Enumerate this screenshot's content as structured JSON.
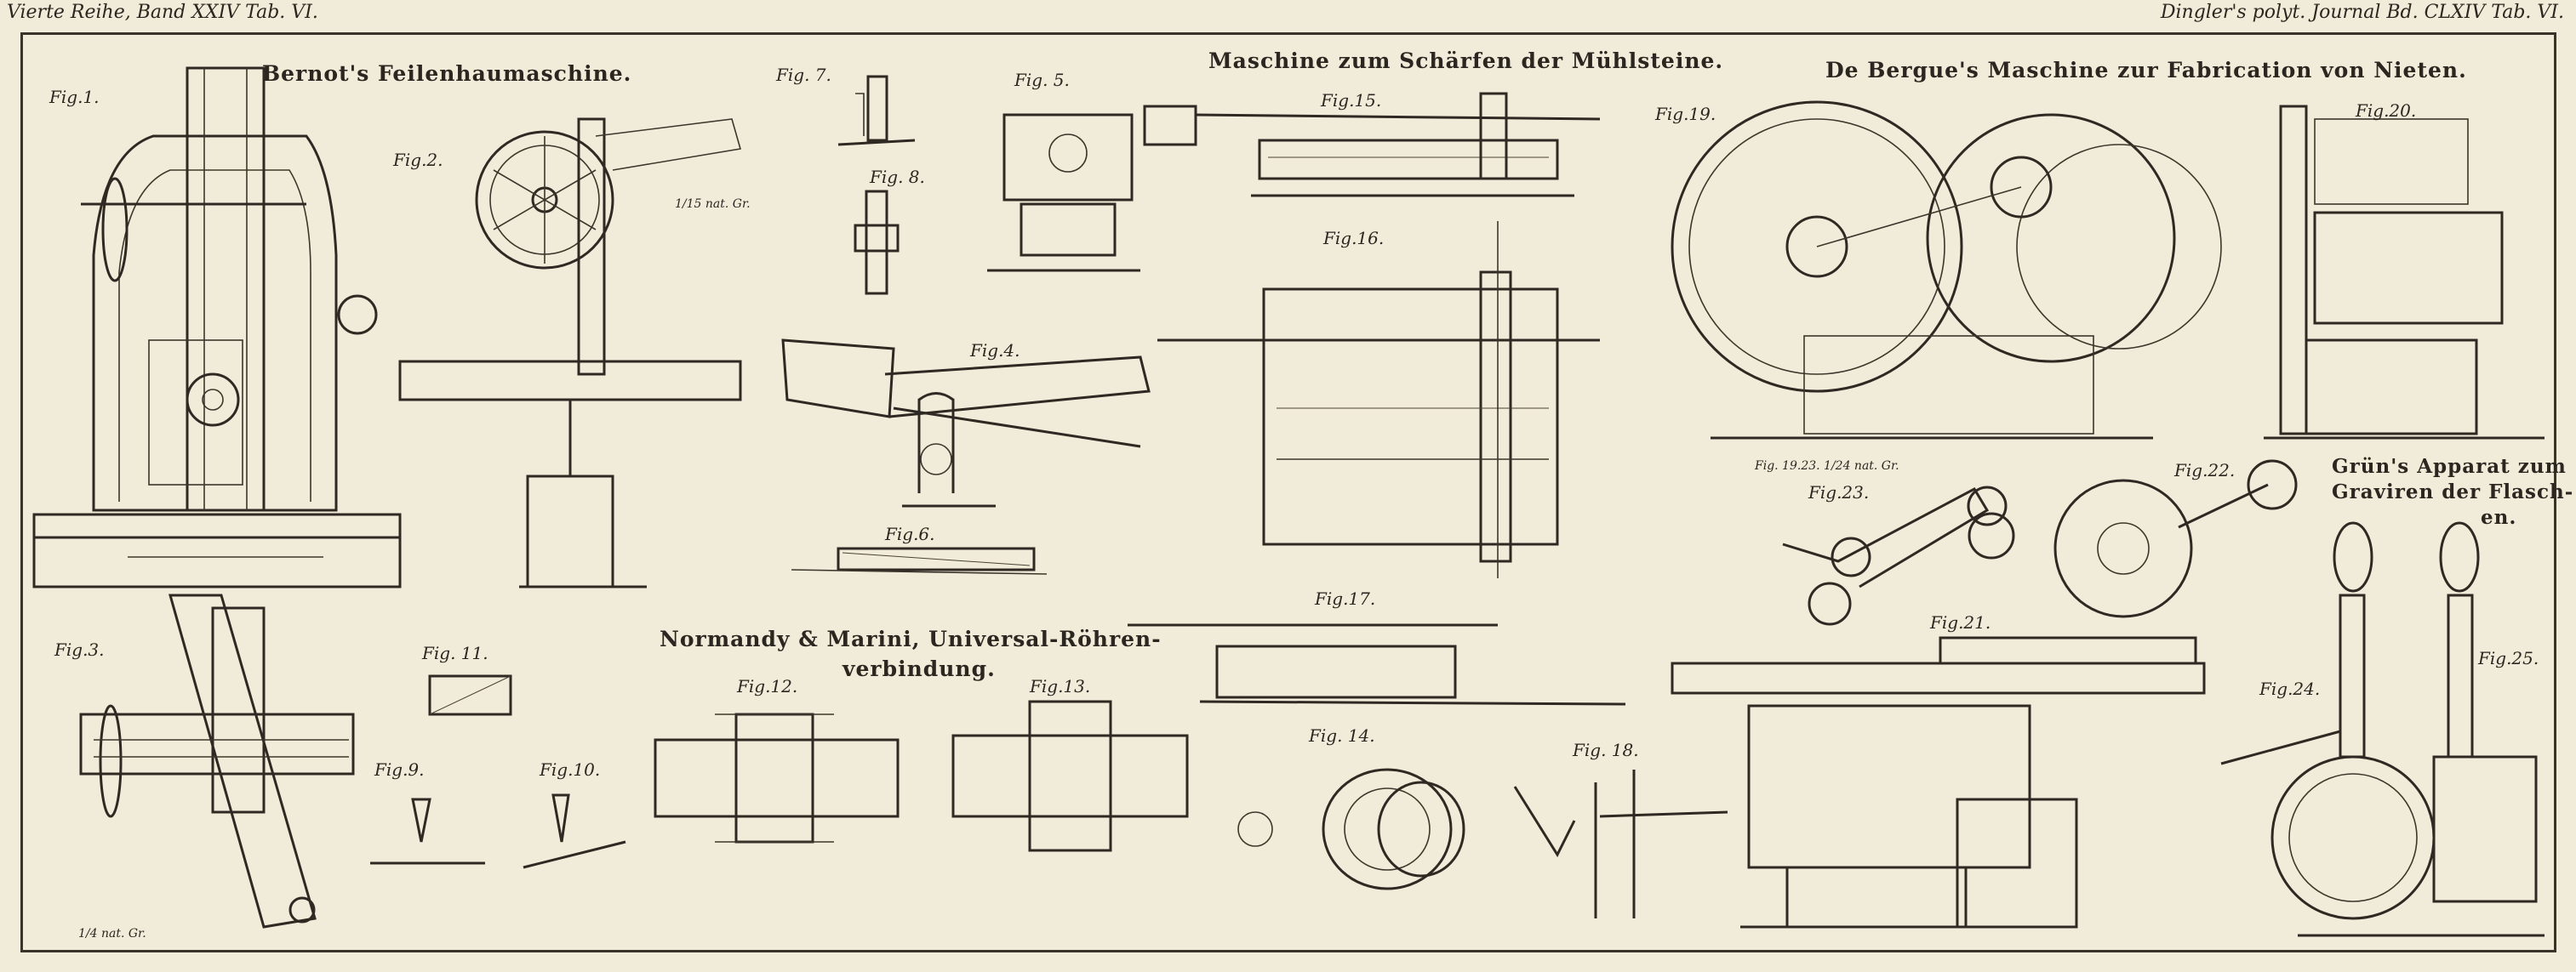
{
  "header": {
    "left": "Vierte Reihe, Band XXIV Tab. VI.",
    "right": "Dingler's polyt. Journal Bd. CLXIV Tab. VI."
  },
  "titles": {
    "feilenhau": "Bernot's Feilenhaumaschine.",
    "muehlsteine": "Maschine zum Schärfen der Mühlsteine.",
    "nieten": "De Bergue's Maschine zur Fabrication von Nieten.",
    "roehren_1": "Normandy & Marini, Universal-Röhren-",
    "roehren_2": "verbindung.",
    "gruen_1": "Grün's Apparat zum",
    "gruen_2": "Graviren der Flasch-",
    "gruen_3": "en."
  },
  "figures": {
    "fig1": "Fig.1.",
    "fig2": "Fig.2.",
    "fig3": "Fig.3.",
    "fig4": "Fig.4.",
    "fig5": "Fig. 5.",
    "fig6": "Fig.6.",
    "fig7": "Fig. 7.",
    "fig8": "Fig. 8.",
    "fig9": "Fig.9.",
    "fig10": "Fig.10.",
    "fig11": "Fig. 11.",
    "fig12": "Fig.12.",
    "fig13": "Fig.13.",
    "fig14": "Fig. 14.",
    "fig15": "Fig.15.",
    "fig16": "Fig.16.",
    "fig17": "Fig.17.",
    "fig18": "Fig. 18.",
    "fig19": "Fig.19.",
    "fig20": "Fig.20.",
    "fig21": "Fig.21.",
    "fig22": "Fig.22.",
    "fig23": "Fig.23.",
    "fig24": "Fig.24.",
    "fig25": "Fig.25."
  },
  "scale_notes": {
    "fig2_scale": "1/15 nat. Gr.",
    "fig3_scale": "1/4 nat. Gr.",
    "fig19_scale": "Fig. 19.23. 1/24 nat. Gr."
  }
}
